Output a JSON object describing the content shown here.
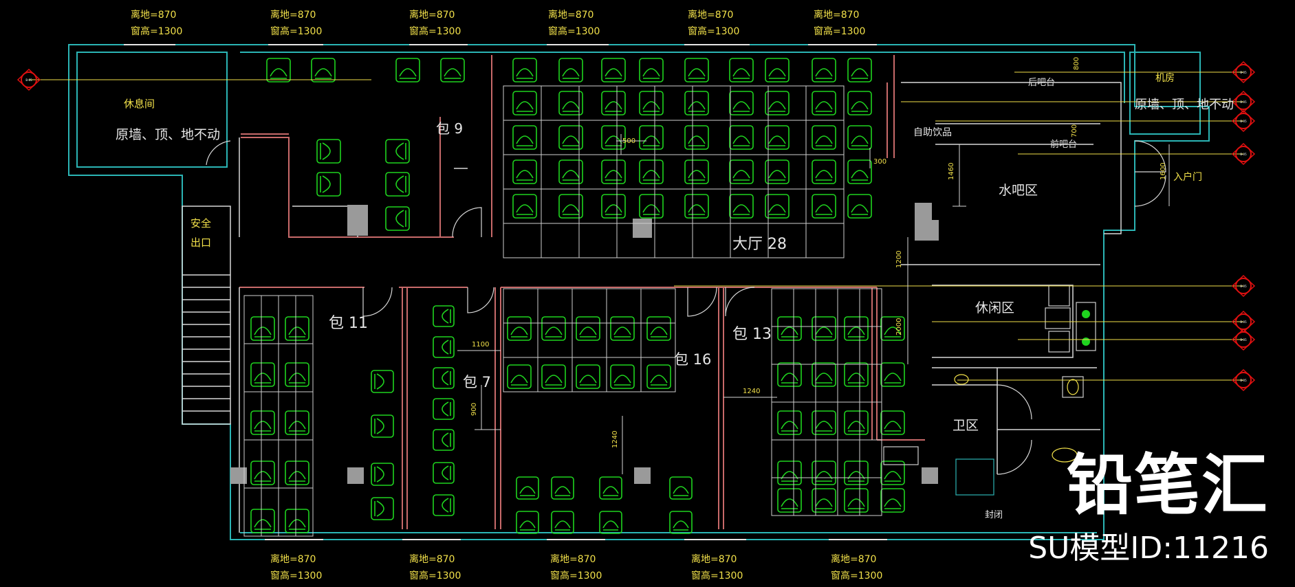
{
  "rooms": {
    "rest_room": "休息间",
    "unchanged_left": "原墙、顶、地不动",
    "room_9": "包 9",
    "hall": "大厅 28",
    "back_bar": "后吧台",
    "machine_room": "机房",
    "unchanged_right": "原墙、顶、地不动",
    "self_service": "自助饮品",
    "front_bar": "前吧台",
    "water_bar": "水吧区",
    "entrance": "入户门",
    "exit_line1": "安全",
    "exit_line2": "出口",
    "room_11": "包 11",
    "room_7": "包 7",
    "room_16": "包 16",
    "room_13": "包 13",
    "leisure": "休闲区",
    "toilet": "卫区",
    "sealed": "封闭"
  },
  "windows": {
    "sill": "离地=870",
    "height": "窗高=1300"
  },
  "dimensions": [
    "500",
    "300",
    "1460",
    "1600",
    "1200",
    "2000",
    "1100",
    "900",
    "1240",
    "1240",
    "800",
    "700"
  ],
  "section_mark": "A\nB-05",
  "watermark": {
    "logo": "铅笔汇",
    "model_id": "SU模型ID:11216"
  },
  "colors": {
    "background": "#000000",
    "outer_wall": "#2bb5b5",
    "inner_wall": "#c86a6a",
    "chair": "#1fd41f",
    "furniture": "#cfcfcf",
    "label": "#e6e6e6",
    "annotation": "#f2e14a",
    "marker": "#e01010",
    "column": "#9a9a9a"
  }
}
